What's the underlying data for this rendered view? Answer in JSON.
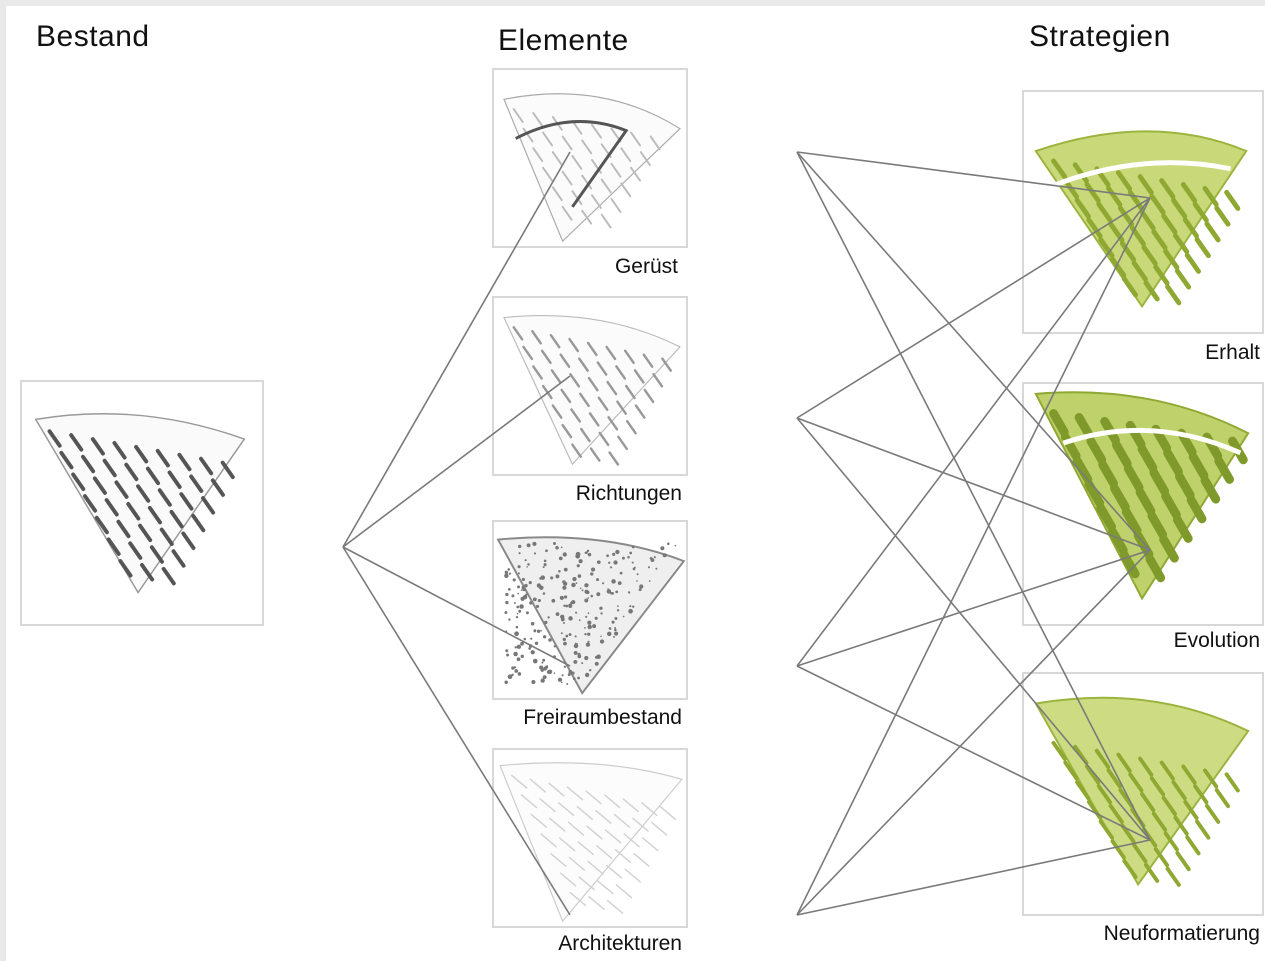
{
  "headings": {
    "bestand": "Bestand",
    "elemente": "Elemente",
    "strategien": "Strategien"
  },
  "elements": [
    {
      "label": "Gerüst",
      "style": "scaffold"
    },
    {
      "label": "Richtungen",
      "style": "directions"
    },
    {
      "label": "Freiraumbestand",
      "style": "openspace"
    },
    {
      "label": "Architekturen",
      "style": "architecture"
    }
  ],
  "strategies": [
    {
      "label": "Erhalt",
      "style": "green-a"
    },
    {
      "label": "Evolution",
      "style": "green-b"
    },
    {
      "label": "Neuformatierung",
      "style": "green-c"
    }
  ],
  "colors": {
    "connector": "#7a7a7a",
    "sketch": "#6a6a6a",
    "green": "#b7cc5a",
    "green_dark": "#8fa832",
    "tile_border": "#d8d8d8"
  }
}
